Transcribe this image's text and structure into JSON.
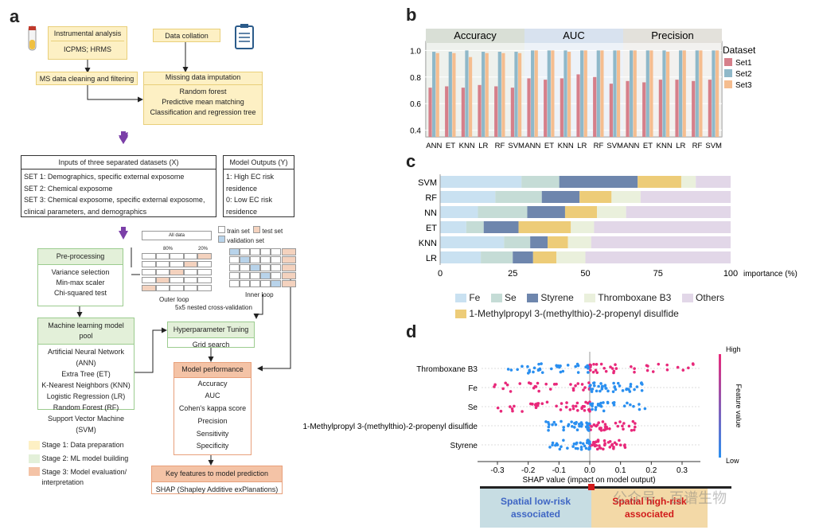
{
  "panel_labels": {
    "a": "a",
    "b": "b",
    "c": "c",
    "d": "d"
  },
  "flow": {
    "instrumental": "Instrumental analysis",
    "icpms": "ICPMS; HRMS",
    "data_collation": "Data collation",
    "ms_cleaning": "MS data cleaning and filtering",
    "missing_title": "Missing data imputation",
    "missing_items": [
      "Random forest",
      "Predictive mean matching",
      "Classification and regression tree"
    ],
    "inputs_title": "Inputs of three separated datasets (X)",
    "inputs_items": [
      "SET 1: Demographics, specific external exposome",
      "SET 2: Chemical exposome",
      "SET 3: Chemical exposome, specific external exposome, clinical parameters, and demographics"
    ],
    "outputs_title": "Model Outputs (Y)",
    "outputs_items": [
      "1: High EC risk residence",
      "0: Low EC risk residence"
    ],
    "preproc_title": "Pre-processing",
    "preproc_items": [
      "Variance selection",
      "Min-max scaler",
      "Chi-squared test"
    ],
    "cv_all": "All data",
    "cv_80": "80%",
    "cv_20": "20%",
    "cv_train": "train set",
    "cv_test": "test set",
    "cv_val": "validation set",
    "cv_outer": "Outer loop",
    "cv_inner": "Inner loop",
    "cv_caption": "5x5 nested cross-validation",
    "pool_title": "Machine learning model pool",
    "pool_items": [
      "Artificial Neural Network (ANN)",
      "Extra Tree (ET)",
      "K-Nearest Neighbors (KNN)",
      "Logistic Regression (LR)",
      "Random Forest (RF)",
      "Support Vector Machine (SVM)"
    ],
    "hyper_title": "Hyperparameter Tuning",
    "hyper_item": "Grid search",
    "perf_title": "Model performance",
    "perf_items": [
      "Accuracy",
      "AUC",
      "Cohen's kappa score",
      "Precision",
      "Sensitivity",
      "Specificity"
    ],
    "key_title": "Key features to model prediction",
    "key_item": "SHAP (Shapley Additive exPlanations)",
    "stages": [
      "Stage 1: Data preparation",
      "Stage 2: ML model building",
      "Stage 3: Model evaluation/ interpretation"
    ]
  },
  "colors": {
    "set1": "#d67f8a",
    "set2": "#8fb8c9",
    "set3": "#f5bd8f",
    "fe": "#c9e1f1",
    "se": "#c5dcd6",
    "styrene": "#6e86ad",
    "tbx": "#eaf0dc",
    "others": "#e2d7e8",
    "mps": "#edcc78",
    "shap_high": "#e8287a",
    "shap_low": "#2a8ff0"
  },
  "chart_data": [
    {
      "type": "bar",
      "facets": [
        "Accuracy",
        "AUC",
        "Precision"
      ],
      "categories": [
        "ANN",
        "ET",
        "KNN",
        "LR",
        "RF",
        "SVM"
      ],
      "legend_title": "Dataset",
      "series": [
        {
          "name": "Set1",
          "values": [
            [
              0.72,
              0.73,
              0.72,
              0.74,
              0.73,
              0.72
            ],
            [
              0.79,
              0.78,
              0.79,
              0.82,
              0.8,
              0.75
            ],
            [
              0.77,
              0.76,
              0.78,
              0.78,
              0.77,
              0.78
            ]
          ]
        },
        {
          "name": "Set2",
          "values": [
            [
              0.99,
              0.99,
              1.0,
              0.99,
              0.99,
              0.99
            ],
            [
              1.0,
              1.0,
              1.0,
              1.0,
              1.0,
              1.0
            ],
            [
              1.0,
              1.0,
              1.0,
              1.0,
              1.0,
              1.0
            ]
          ]
        },
        {
          "name": "Set3",
          "values": [
            [
              0.98,
              0.98,
              0.95,
              0.98,
              0.98,
              0.98
            ],
            [
              1.0,
              1.0,
              0.99,
              1.0,
              1.0,
              1.0
            ],
            [
              1.0,
              1.0,
              0.99,
              1.0,
              1.0,
              1.0
            ]
          ]
        }
      ],
      "yticks": [
        "0.4",
        "0.6",
        "0.8",
        "1.0"
      ],
      "ylim": [
        0.35,
        1.05
      ]
    },
    {
      "type": "bar",
      "orientation": "horizontal-stacked",
      "categories": [
        "SVM",
        "RF",
        "NN",
        "ET",
        "KNN",
        "LR"
      ],
      "series": [
        {
          "name": "Fe",
          "values": [
            28,
            19,
            13,
            9,
            22,
            14
          ]
        },
        {
          "name": "Se",
          "values": [
            13,
            16,
            17,
            6,
            9,
            11
          ]
        },
        {
          "name": "Styrene",
          "values": [
            27,
            13,
            13,
            12,
            6,
            7
          ]
        },
        {
          "name": "1-Methylpropyl 3-(methylthio)-2-propenyl disulfide",
          "values": [
            15,
            11,
            11,
            18,
            7,
            8
          ]
        },
        {
          "name": "Thromboxane B3",
          "values": [
            5,
            10,
            10,
            8,
            8,
            10
          ]
        },
        {
          "name": "Others",
          "values": [
            12,
            31,
            36,
            47,
            48,
            50
          ]
        }
      ],
      "xticks": [
        "0",
        "25",
        "50",
        "75",
        "100"
      ],
      "xlabel": "importance (%)"
    },
    {
      "type": "scatter",
      "features": [
        "Thromboxane B3",
        "Fe",
        "Se",
        "1-Methylpropyl 3-(methylthio)-2-propenyl disulfide",
        "Styrene"
      ],
      "xticks": [
        "-0.3",
        "-0.2",
        "-0.1",
        "0.0",
        "0.1",
        "0.2",
        "0.3"
      ],
      "xlabel": "SHAP value (impact on model output)",
      "colorbar_label": "Feature value",
      "colorbar_high": "High",
      "colorbar_low": "Low",
      "ranges": [
        [
          -0.27,
          0.35
        ],
        [
          -0.32,
          0.18
        ],
        [
          -0.3,
          0.18
        ],
        [
          -0.15,
          0.15
        ],
        [
          -0.13,
          0.12
        ]
      ],
      "low_side_is_high_value": [
        false,
        true,
        true,
        false,
        false
      ]
    }
  ],
  "footer": {
    "left": "Spatial low-risk associated",
    "right": "Spatial high-risk associated",
    "watermark": "公众号 · 百谱生物"
  }
}
